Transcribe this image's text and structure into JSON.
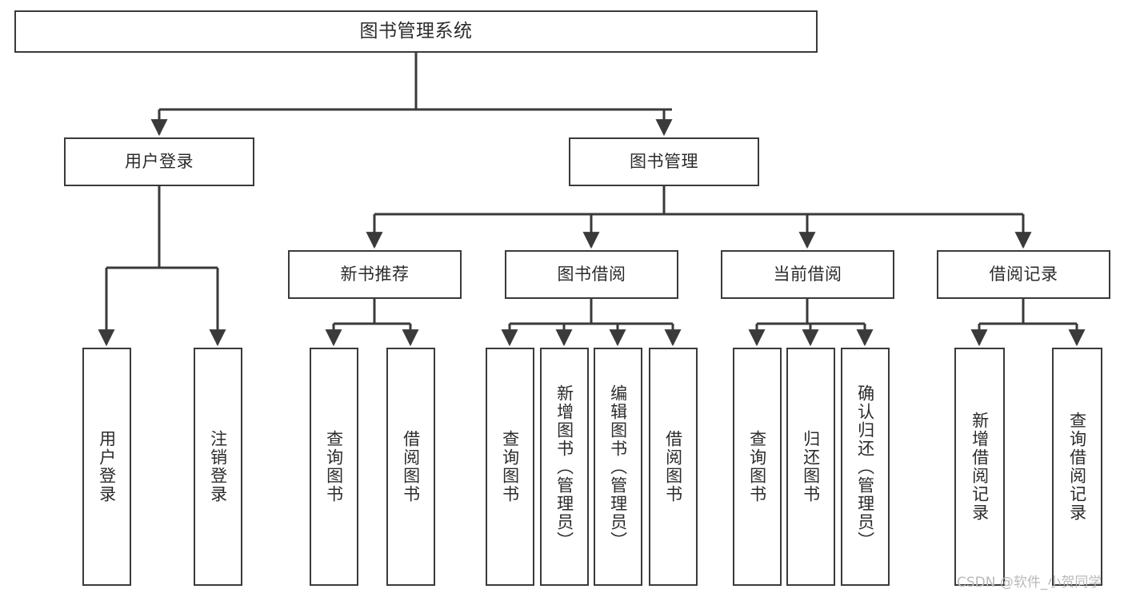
{
  "diagram": {
    "title": "图书管理系统",
    "type": "functional-structure-tree",
    "root": {
      "id": "root",
      "label": "图书管理系统"
    },
    "level2": [
      {
        "id": "user-login",
        "label": "用户登录"
      },
      {
        "id": "book-manage",
        "label": "图书管理"
      }
    ],
    "level3": [
      {
        "id": "new-book-rec",
        "label": "新书推荐"
      },
      {
        "id": "book-borrow",
        "label": "图书借阅"
      },
      {
        "id": "current-borrow",
        "label": "当前借阅"
      },
      {
        "id": "borrow-record",
        "label": "借阅记录"
      }
    ],
    "leaves": [
      {
        "id": "leaf-user-login",
        "label": "用户登录",
        "parent": "user-login"
      },
      {
        "id": "leaf-logout",
        "label": "注销登录",
        "parent": "user-login"
      },
      {
        "id": "leaf-query-book-1",
        "label": "查询图书",
        "parent": "new-book-rec"
      },
      {
        "id": "leaf-borrow-book-1",
        "label": "借阅图书",
        "parent": "new-book-rec"
      },
      {
        "id": "leaf-query-book-2",
        "label": "查询图书",
        "parent": "book-borrow"
      },
      {
        "id": "leaf-add-book",
        "label": "新增图书（管理员）",
        "parent": "book-borrow"
      },
      {
        "id": "leaf-edit-book",
        "label": "编辑图书（管理员）",
        "parent": "book-borrow"
      },
      {
        "id": "leaf-borrow-book-2",
        "label": "借阅图书",
        "parent": "book-borrow"
      },
      {
        "id": "leaf-query-book-3",
        "label": "查询图书",
        "parent": "current-borrow"
      },
      {
        "id": "leaf-return-book",
        "label": "归还图书",
        "parent": "current-borrow"
      },
      {
        "id": "leaf-confirm-return",
        "label": "确认归还（管理员）",
        "parent": "current-borrow"
      },
      {
        "id": "leaf-add-record",
        "label": "新增借阅记录",
        "parent": "borrow-record"
      },
      {
        "id": "leaf-query-record",
        "label": "查询借阅记录",
        "parent": "borrow-record"
      }
    ],
    "colors": {
      "stroke": "#3a3a3a",
      "fill": "#ffffff",
      "text": "#2b2b2b",
      "watermark": "#b9b9b9"
    }
  },
  "watermark": {
    "text": "CSDN @软件_小贺同学"
  }
}
